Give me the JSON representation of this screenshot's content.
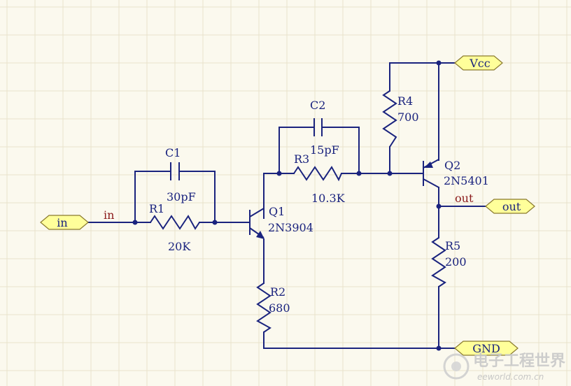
{
  "ports": {
    "in": "in",
    "vcc": "Vcc",
    "out": "out",
    "gnd": "GND"
  },
  "nets": {
    "in": "in",
    "out": "out"
  },
  "components": {
    "c1": {
      "ref": "C1",
      "value": "30pF"
    },
    "r1": {
      "ref": "R1",
      "value": "20K"
    },
    "c2": {
      "ref": "C2",
      "value": "15pF"
    },
    "r3": {
      "ref": "R3",
      "value": "10.3K"
    },
    "r4": {
      "ref": "R4",
      "value": "700"
    },
    "q1": {
      "ref": "Q1",
      "value": "2N3904"
    },
    "q2": {
      "ref": "Q2",
      "value": "2N5401"
    },
    "r2": {
      "ref": "R2",
      "value": "680"
    },
    "r5": {
      "ref": "R5",
      "value": "200"
    }
  },
  "watermark": {
    "brand": "电子工程世界",
    "site": "eeworld.com.cn"
  },
  "colors": {
    "background": "#fbf9ee",
    "grid": "#e8e3cc",
    "wire": "#1a237e",
    "port_fill": "#ffff9a",
    "net_label": "#8b1a1a"
  }
}
